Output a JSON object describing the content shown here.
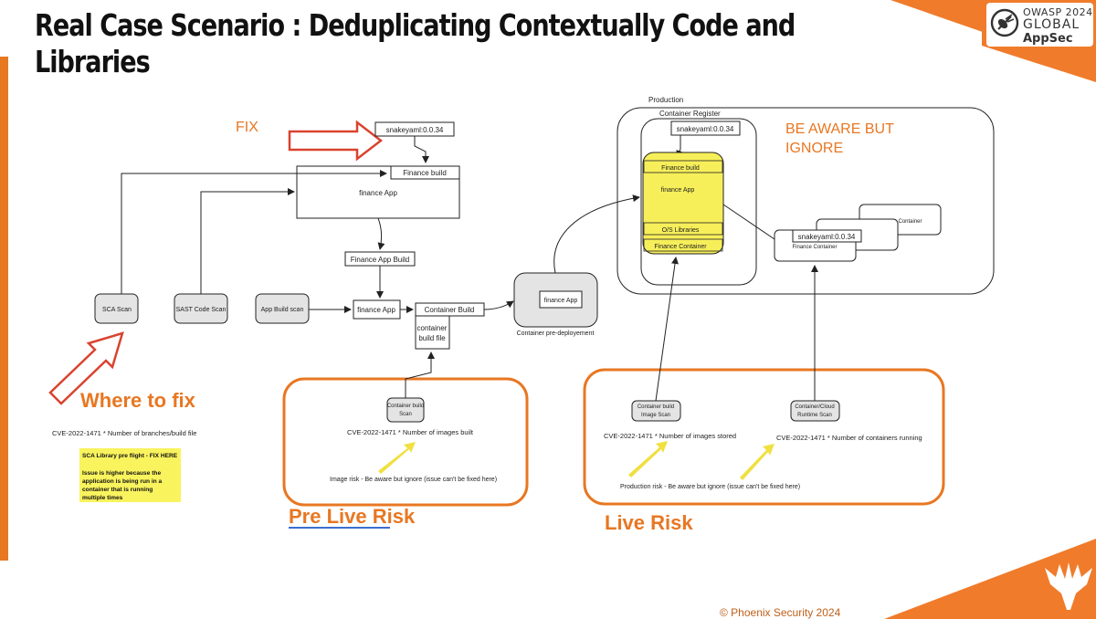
{
  "slide": {
    "title_line1": "Real Case Scenario : Deduplicating Contextually Code and",
    "title_line2": "Libraries",
    "footer": "© Phoenix Security 2024"
  },
  "logo": {
    "line1": "OWASP 2024",
    "line2": "GLOBAL",
    "line3": "AppSec",
    "brand_color": "#f07b2b"
  },
  "diagram": {
    "fix_label": "FIX",
    "snakeyaml_version": "snakeyaml:0.0.34",
    "finance_build": "Finance build",
    "finance_app": "finance App",
    "finance_app_build": "Finance App Build",
    "sca_scan": "SCA  Scan",
    "sast_scan": "SAST Code Scan",
    "app_build_scan": "App Build scan",
    "container_build": "Container Build",
    "container_build_file_line1": "container",
    "container_build_file_line2": "build file",
    "container_pre_deployment": "Container pre-deployement",
    "production_label": "Production",
    "container_register_label": "Container Register",
    "be_aware_line1": "BE AWARE BUT",
    "be_aware_line2": "IGNORE",
    "os_libraries": "O/S Libraries",
    "finance_container": "Finance Container",
    "where_to_fix": "Where to fix",
    "cve_branches": "CVE-2022-1471 * Number of branches/build file",
    "sca_note_title": "SCA Library pre flight  - FIX HERE",
    "sca_note_line1": "Issue is higher because the",
    "sca_note_line2": "application is being run in a",
    "sca_note_line3": "container that is running",
    "sca_note_line4": "multiple times",
    "prelive_scan_line1": "Container build",
    "prelive_scan_line2": "Scan",
    "cve_images_built": "CVE-2022-1471 * Number of images built",
    "image_risk": "Image risk - Be aware but ignore (issue can't be fixed here)",
    "pre_live_risk": "Pre Live Risk",
    "image_scan_line1": "Container build",
    "image_scan_line2": "Image Scan",
    "runtime_scan_line1": "Container/Cloud",
    "runtime_scan_line2": "Runtime Scan",
    "cve_images_stored": "CVE-2022-1471 * Number of images stored",
    "cve_containers_running": "CVE-2022-1471 * Number of containers running",
    "production_risk": "Production risk - Be aware but ignore (issue can't be fixed here)",
    "live_risk": "Live Risk"
  },
  "colors": {
    "orange": "#e87722",
    "red_arrow": "#d9432f",
    "highlight_yellow": "#f7ef5a",
    "note_yellow": "#f9f35e",
    "scan_gray": "#e4e4e4"
  }
}
